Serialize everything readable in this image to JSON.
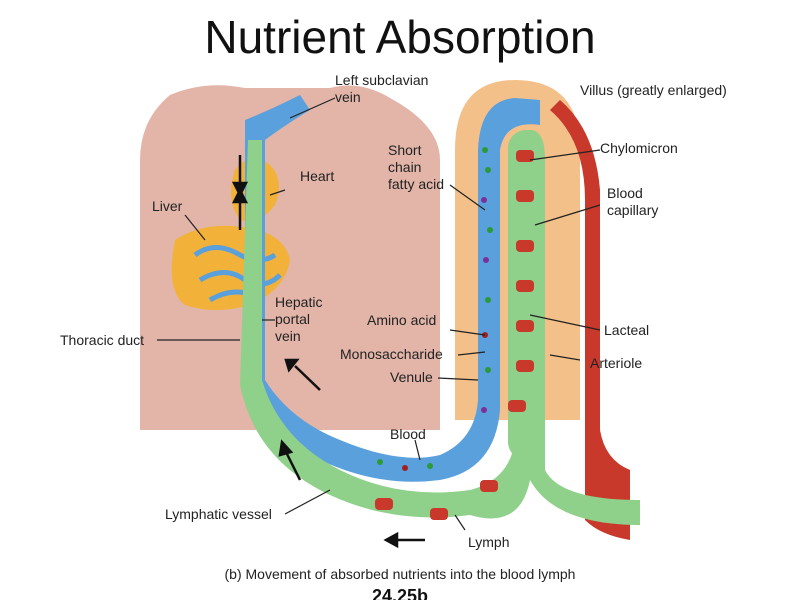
{
  "title": "Nutrient Absorption",
  "labels": {
    "left_subclavian_vein": "Left subclavian\nvein",
    "villus": "Villus (greatly enlarged)",
    "short_chain_fatty_acid": "Short\nchain\nfatty acid",
    "chylomicron": "Chylomicron",
    "heart": "Heart",
    "liver": "Liver",
    "blood_capillary": "Blood\ncapillary",
    "hepatic_portal_vein": "Hepatic\nportal\nvein",
    "amino_acid": "Amino acid",
    "lacteal": "Lacteal",
    "thoracic_duct": "Thoracic duct",
    "monosaccharide": "Monosaccharide",
    "arteriole": "Arteriole",
    "venule": "Venule",
    "blood": "Blood",
    "lymphatic_vessel": "Lymphatic vessel",
    "lymph": "Lymph"
  },
  "caption": "(b) Movement of absorbed nutrients into the blood lymph",
  "figure_number": "24.25b",
  "colors": {
    "body": "#e2b5a8",
    "liver": "#f2b23a",
    "vein": "#5aa0dc",
    "lymph": "#8fd08a",
    "artery": "#c8392b",
    "villus": "#f4c08a"
  }
}
